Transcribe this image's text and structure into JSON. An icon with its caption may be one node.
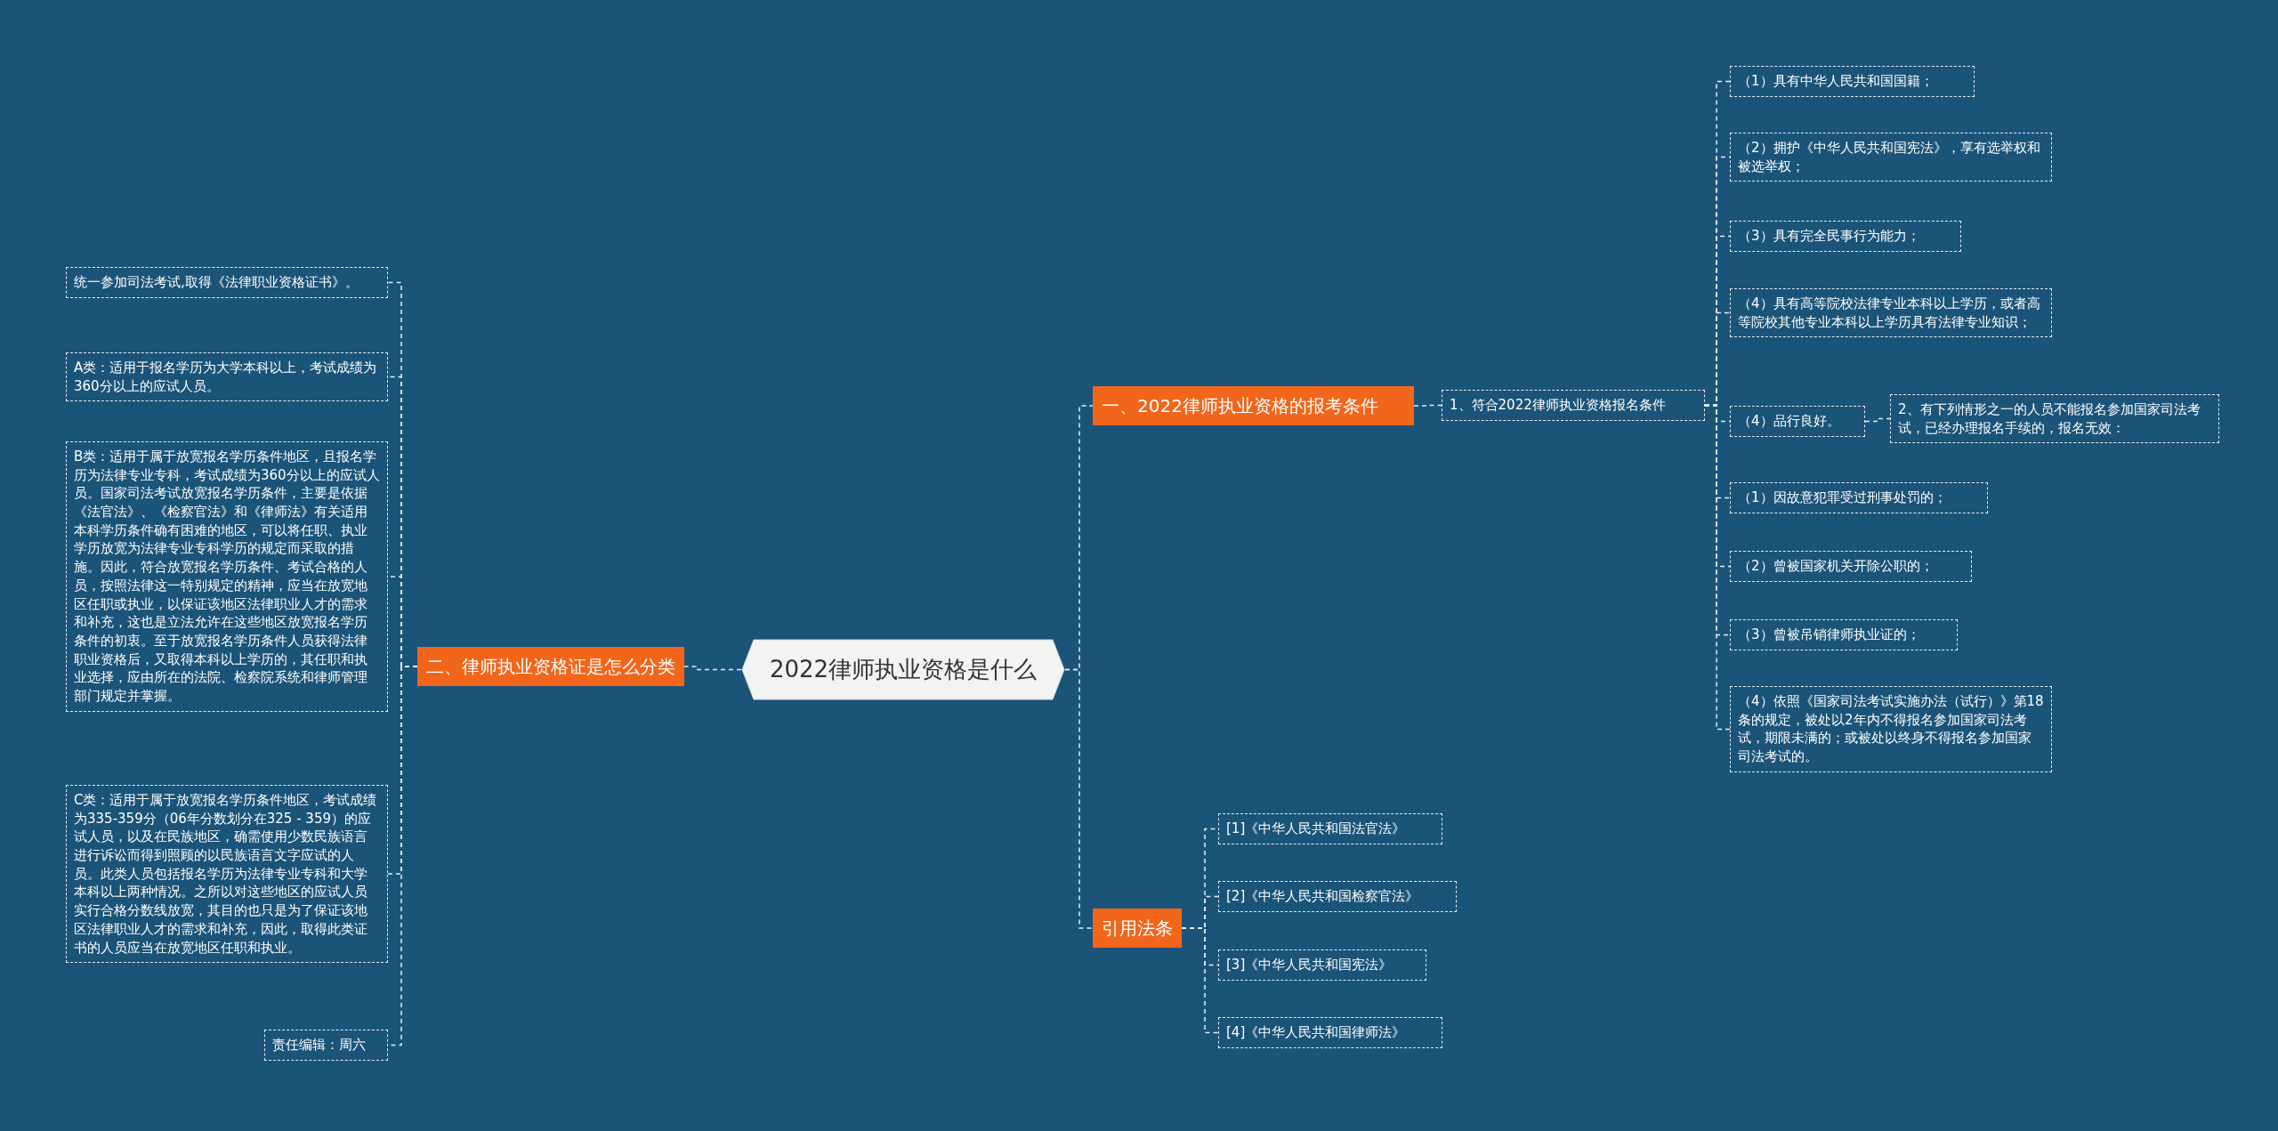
{
  "diagram": {
    "nodes": [
      {
        "text": [
          "2022律师执业资格是什么"
        ]
      },
      {
        "text": [
          "一、2022律师执业资格的报考条件"
        ]
      },
      {
        "text": [
          "1、符合2022律师执业资格报名条件"
        ]
      },
      {
        "text": [
          "（1）具有中华人民共和国国籍；"
        ]
      },
      {
        "text": [
          "（2）拥护《中华人民共和国宪法》，享有选举权和被选举权；"
        ]
      },
      {
        "text": [
          "（3）具有完全民事行为能力；"
        ]
      },
      {
        "text": [
          "（4）具有高等院校法律专业本科以上学历，或者高等院校其他专业本科以上学历具有法律专业知识；"
        ]
      },
      {
        "text": [
          "（4）品行良好。"
        ]
      },
      {
        "text": [
          "2、有下列情形之一的人员不能报名参加国家司法考试，已经办理报名手续的，报名无效："
        ]
      },
      {
        "text": [
          "（1）因故意犯罪受过刑事处罚的；"
        ]
      },
      {
        "text": [
          "（2）曾被国家机关开除公职的；"
        ]
      },
      {
        "text": [
          "（3）曾被吊销律师执业证的；"
        ]
      },
      {
        "text": [
          "（4）依照《国家司法考试实施办法（试行）》第18条的规定，被处以2年内不得报名参加国家司法考试，期限未满的；或被处以终身不得报名参加国家司法考试的。"
        ]
      },
      {
        "text": [
          "引用法条"
        ]
      },
      {
        "text": [
          "[1]《中华人民共和国法官法》"
        ]
      },
      {
        "text": [
          "[2]《中华人民共和国检察官法》"
        ]
      },
      {
        "text": [
          "[3]《中华人民共和国宪法》"
        ]
      },
      {
        "text": [
          "[4]《中华人民共和国律师法》"
        ]
      },
      {
        "text": [
          "二、律师执业资格证是怎么分类"
        ]
      },
      {
        "text": [
          "统一参加司法考试,取得《法律职业资格证书》。"
        ]
      },
      {
        "text": [
          "A类：适用于报名学历为大学本科以上，考试成绩为360分以上的应试人员。"
        ]
      },
      {
        "text": [
          "B类：适用于属于放宽报名学历条件地区，且报名学历为法律专业专科，考试成绩为360分以上的应试人员。国家司法考试放宽报名学历条件，主要是依据《法官法》、《检察官法》和《律师法》有关适用本科学历条件确有困难的地区，可以将任职、执业学历放宽为法律专业专科学历的规定而采取的措施。因此，符合放宽报名学历条件、考试合格的人员，按照法律这一特别规定的精神，应当在放宽地区任职或执业，以保证该地区法律职业人才的需求和补充，这也是立法允许在这些地区放宽报名学历条件的初衷。至于放宽报名学历条件人员获得法律职业资格后，又取得本科以上学历的，其任职和执业选择，应由所在的法院、检察院系统和律师管理部门规定并掌握。"
        ]
      },
      {
        "text": [
          "C类：适用于属于放宽报名学历条件地区，考试成绩为335-359分（06年分数划分在325 - 359）的应试人员，以及在民族地区，确需使用少数民族语言进行诉讼而得到照顾的以民族语言文字应试的人员。此类人员包括报名学历为法律专业专科和大学本科以上两种情况。之所以对这些地区的应试人员实行合格分数线放宽，其目的也只是为了保证该地区法律职业人才的需求和补充，因此，取得此类证书的人员应当在放宽地区任职和执业。"
        ]
      },
      {
        "text": [
          "责任编辑：周六"
        ]
      }
    ],
    "edges": [
      {
        "from": 0,
        "to": 1,
        "arrow": "none"
      },
      {
        "from": 0,
        "to": 13,
        "arrow": "none"
      },
      {
        "from": 0,
        "to": 18,
        "arrow": "none"
      },
      {
        "from": 1,
        "to": 2,
        "arrow": "none"
      },
      {
        "from": 2,
        "to": 3,
        "arrow": "none"
      },
      {
        "from": 2,
        "to": 4,
        "arrow": "none"
      },
      {
        "from": 2,
        "to": 5,
        "arrow": "none"
      },
      {
        "from": 2,
        "to": 6,
        "arrow": "none"
      },
      {
        "from": 2,
        "to": 7,
        "arrow": "none"
      },
      {
        "from": 7,
        "to": 8,
        "arrow": "none"
      },
      {
        "from": 2,
        "to": 9,
        "arrow": "none"
      },
      {
        "from": 2,
        "to": 10,
        "arrow": "none"
      },
      {
        "from": 2,
        "to": 11,
        "arrow": "none"
      },
      {
        "from": 2,
        "to": 12,
        "arrow": "none"
      },
      {
        "from": 13,
        "to": 14,
        "arrow": "none"
      },
      {
        "from": 13,
        "to": 15,
        "arrow": "none"
      },
      {
        "from": 13,
        "to": 16,
        "arrow": "none"
      },
      {
        "from": 13,
        "to": 17,
        "arrow": "none"
      },
      {
        "from": 18,
        "to": 19,
        "arrow": "none"
      },
      {
        "from": 18,
        "to": 20,
        "arrow": "none"
      },
      {
        "from": 18,
        "to": 21,
        "arrow": "none"
      },
      {
        "from": 18,
        "to": 22,
        "arrow": "none"
      },
      {
        "from": 18,
        "to": 23,
        "arrow": "none"
      }
    ]
  }
}
